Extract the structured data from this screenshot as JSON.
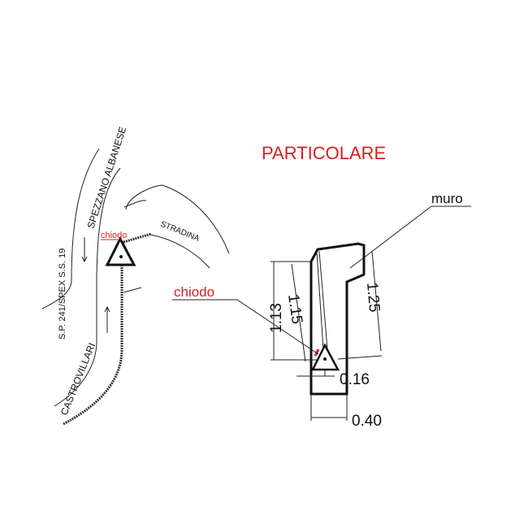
{
  "title": "PARTICOLARE",
  "map": {
    "road_main_label": "S.P. 241/SPEX S.S. 19",
    "direction_north": "SPEZZANO ALBANESE",
    "direction_south": "CASTROVILLARI",
    "side_road": "STRADINA",
    "marker_label": "chiodo"
  },
  "detail": {
    "wall_label": "muro",
    "marker_label": "chiodo",
    "dimensions": [
      "1.13",
      "1.15",
      "1.25",
      "0.16",
      "0.40"
    ]
  },
  "colors": {
    "accent": "#d42020",
    "line": "#111111"
  }
}
